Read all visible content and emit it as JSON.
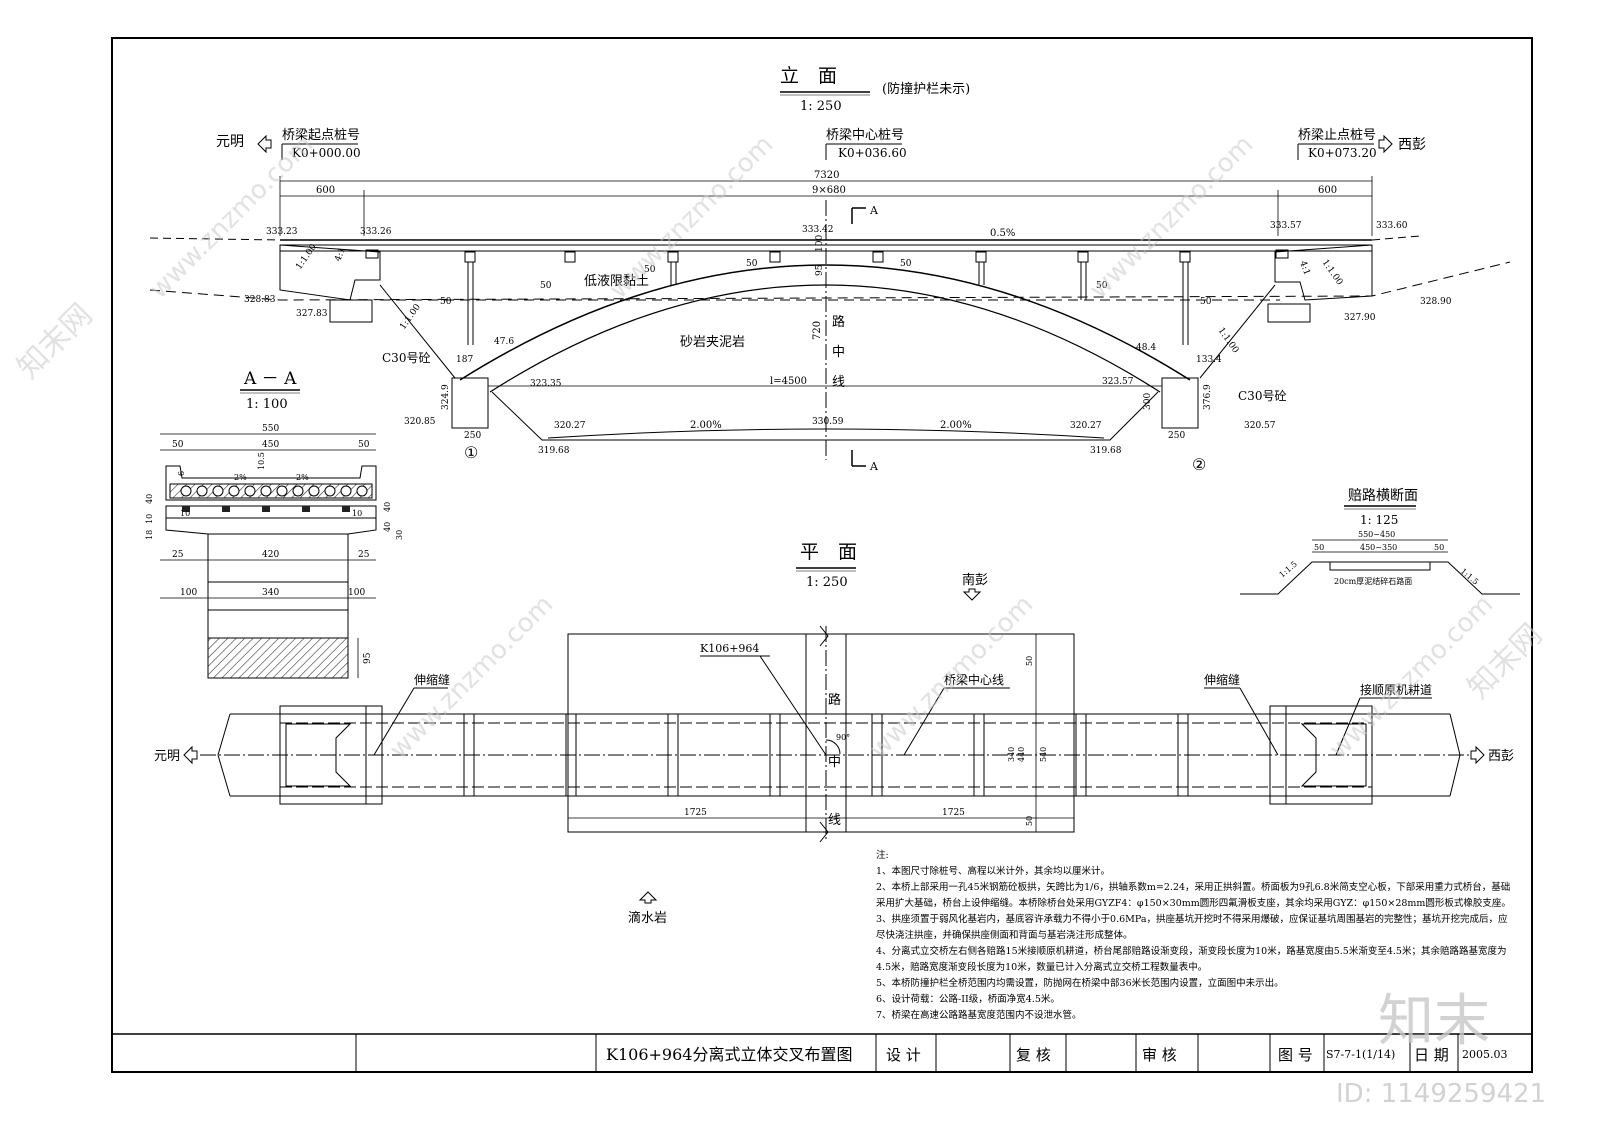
{
  "elevation": {
    "title": "立　面",
    "scale": "1: 250",
    "note": "(防撞护栏未示)",
    "left_town": "元明",
    "right_town": "西彭",
    "start_label": "桥梁起点桩号",
    "start_chainage": "K0+000.00",
    "center_label": "桥梁中心桩号",
    "center_chainage": "K0+036.60",
    "end_label": "桥梁止点桩号",
    "end_chainage": "K0+073.20",
    "dim_total": "7320",
    "dim_spans": "9×680",
    "dim_left": "600",
    "dim_right": "600",
    "section_mark": "A",
    "slope_grade": "0.5%",
    "soil_label": "低液限黏土",
    "rock_label": "砂岩夹泥岩",
    "road_center": [
      "路",
      "中",
      "线"
    ],
    "span_label": "l=4500",
    "rise_label": "720",
    "grade_left": "2.00%",
    "grade_right": "2.00%",
    "concrete_left": "C30号砼",
    "concrete_right": "C30号砼",
    "abutment_1": "①",
    "abutment_2": "②",
    "elevations": [
      "333.23",
      "333.26",
      "333.42",
      "333.57",
      "333.60",
      "328.83",
      "327.83",
      "328.90",
      "327.90",
      "323.35",
      "323.57",
      "320.27",
      "330.59",
      "320.27",
      "319.68",
      "319.68",
      "320.85",
      "320.57"
    ],
    "dims": [
      "50",
      "50",
      "50",
      "50",
      "50",
      "50",
      "50",
      "47.6",
      "48.4",
      "133.4",
      "187",
      "250",
      "250",
      "376.9",
      "324.9",
      "300",
      "1:1.00",
      "1:1.00",
      "1:1.00",
      "1:1.00",
      "4:1",
      "4:1",
      "95",
      "100"
    ]
  },
  "section_aa": {
    "title": "A － A",
    "scale": "1: 100",
    "dims": [
      "550",
      "50",
      "450",
      "50",
      "420",
      "340",
      "100",
      "100",
      "25",
      "25",
      "6",
      "40",
      "10",
      "18",
      "95",
      "10.5",
      "2%",
      "2%",
      "10",
      "10",
      "40",
      "40",
      "30"
    ]
  },
  "plan": {
    "title": "平　面",
    "scale": "1: 250",
    "north_label": "南彭",
    "south_label": "滴水岩",
    "left_town": "元明",
    "right_town": "西彭",
    "crossing_chainage": "K106+964",
    "expansion_left": "伸缩缝",
    "expansion_right": "伸缩缝",
    "bridge_center": "桥梁中心线",
    "approach_road": "接顺原机耕道",
    "road_center": [
      "路",
      "中",
      "线"
    ],
    "dim_left": "1725",
    "dim_right": "1725",
    "dims_right": [
      "50",
      "340",
      "440",
      "540",
      "50"
    ],
    "angle": "90°"
  },
  "approach_section": {
    "title": "赔路横断面",
    "scale": "1: 125",
    "dim_top": "550~450",
    "dim_mid": "450~350",
    "dim_side": "50",
    "slope": "1:1.5",
    "pavement": "20cm厚泥结碎石路面"
  },
  "notes": {
    "heading": "注:",
    "lines": [
      "1、本图尺寸除桩号、高程以米计外，其余均以厘米计。",
      "2、本桥上部采用一孔45米钢筋砼板拱，矢跨比为1/6，拱轴系数m=2.24，采用正拱斜置。桥面板为9孔6.8米简支空心板，下部采用重力式桥台，基础",
      "采用扩大基础，桥台上设伸缩缝。本桥除桥台处采用GYZF4：φ150×30mm圆形四氟滑板支座，其余均采用GYZ：φ150×28mm圆形板式橡胶支座。",
      "3、拱座须置于弱风化基岩内，基底容许承载力不得小于0.6MPa，拱座基坑开挖时不得采用爆破，应保证基坑周围基岩的完整性；基坑开挖完成后，应",
      "尽快浇注拱座，并确保拱座侧面和背面与基岩浇注形成整体。",
      "4、分离式立交桥左右侧各赔路15米接顺原机耕道，桥台尾部赔路设渐变段，渐变段长度为10米，路基宽度由5.5米渐变至4.5米；其余赔路路基宽度为",
      "4.5米，赔路宽度渐变段长度为10米，数量已计入分离式立交桥工程数量表中。",
      "5、本桥防撞护栏全桥范围内均需设置，防抛网在桥梁中部36米长范围内设置，立面图中未示出。",
      "6、设计荷载：公路-II级，桥面净宽4.5米。",
      "7、桥梁在高速公路路基宽度范围内不设泄水管。"
    ]
  },
  "title_block": {
    "drawing_title": "K106+964分离式立体交叉布置图",
    "design_label": "设 计",
    "check_label": "复 核",
    "review_label": "审 核",
    "drawing_no_label": "图 号",
    "drawing_no": "S7-7-1(1/14)",
    "date_label": "日 期",
    "date": "2005.03"
  },
  "watermark": {
    "site": "www.znzmo.com",
    "brand_cn": "知末网",
    "logo": "知末",
    "id": "ID: 1149259421"
  },
  "colors": {
    "line": "#000000",
    "watermark": "#c8c8c8",
    "hatch": "#333333"
  }
}
